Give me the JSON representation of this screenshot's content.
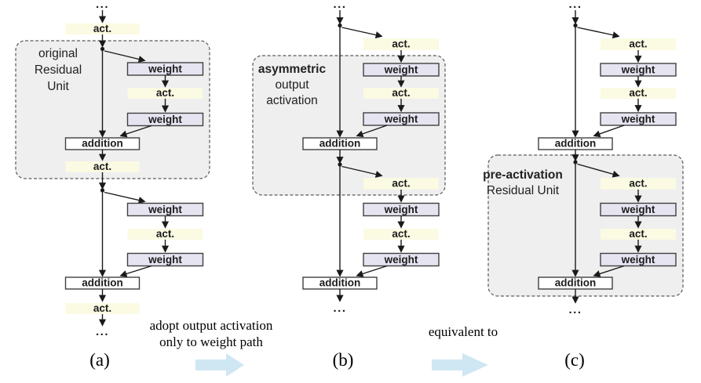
{
  "figure_labels": {
    "act": "act.",
    "weight": "weight",
    "addition": "addition",
    "ellipsis": "..."
  },
  "units": {
    "a": {
      "line1": "original",
      "line2": "Residual",
      "line3": "Unit"
    },
    "b": {
      "line1": "asymmetric",
      "line2": "output",
      "line3": "activation"
    },
    "c": {
      "line1": "pre-activation",
      "line2": "Residual Unit"
    }
  },
  "panel_captions": {
    "a": "(a)",
    "b": "(b)",
    "c": "(c)"
  },
  "annotations": {
    "ab_line1": "adopt output activation",
    "ab_line2": "only to weight path",
    "bc": "equivalent to"
  },
  "colors": {
    "act_fill": "#fbfae3",
    "weight_fill": "#e7e4f1",
    "addition_fill": "#ffffff",
    "unit_fill": "#efeff0",
    "red_accent": "#e8392c",
    "flow_arrow": "#cfe7f3",
    "line": "#1a1a1a"
  }
}
